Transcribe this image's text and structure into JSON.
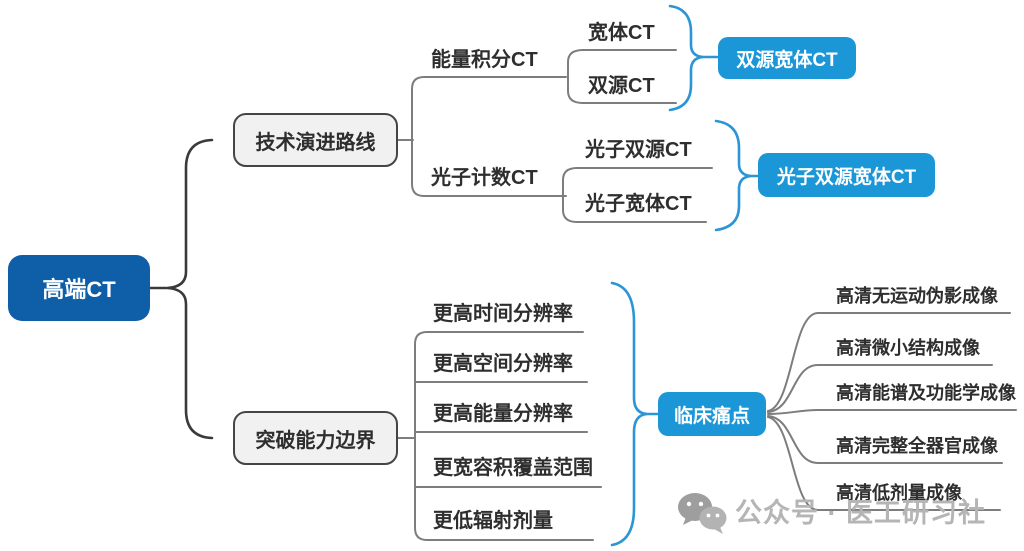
{
  "root": {
    "label": "高端CT"
  },
  "tech": {
    "label": "技术演进路线",
    "energy": {
      "label": "能量积分CT",
      "child1": "宽体CT",
      "child2": "双源CT",
      "result": "双源宽体CT"
    },
    "photon": {
      "label": "光子计数CT",
      "child1": "光子双源CT",
      "child2": "光子宽体CT",
      "result": "光子双源宽体CT"
    }
  },
  "capability": {
    "label": "突破能力边界",
    "items": [
      "更高时间分辨率",
      "更高空间分辨率",
      "更高能量分辨率",
      "更宽容积覆盖范围",
      "更低辐射剂量"
    ],
    "clinical": {
      "label": "临床痛点",
      "items": [
        "高清无运动伪影成像",
        "高清微小结构成像",
        "高清能谱及功能学成像",
        "高清完整全器官成像",
        "高清低剂量成像"
      ]
    }
  },
  "watermark": {
    "icon": "wechat-icon",
    "text": "公众号 · 医工研习社"
  },
  "colors": {
    "root_blue": "#0f5fa8",
    "accent_blue": "#1b96d6",
    "brace_blue": "#2b95d6",
    "line_gray": "#7d7d7d",
    "box_fill": "#f1f1f1",
    "box_border": "#454545",
    "text_dark": "#2e2e2e",
    "watermark_gray": "#b5b5b5"
  }
}
